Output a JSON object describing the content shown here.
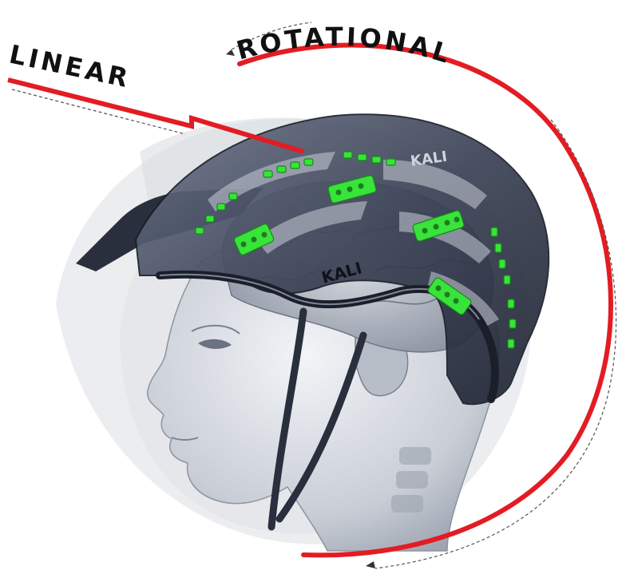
{
  "labels": {
    "linear": "LINEAR",
    "rotational": "ROTATIONAL"
  },
  "brand": {
    "logo_top": "KALI",
    "logo_side": "KALI"
  },
  "colors": {
    "accent_red": "#e31b23",
    "pad_green": "#39e33a",
    "helmet_dark": "#2b3142",
    "helmet_shell": "#5a6378",
    "skin_light": "#d9dde3",
    "brain": "#b9bec7",
    "label_text": "#111111"
  },
  "icons": [
    "motion-arrow-icon"
  ]
}
